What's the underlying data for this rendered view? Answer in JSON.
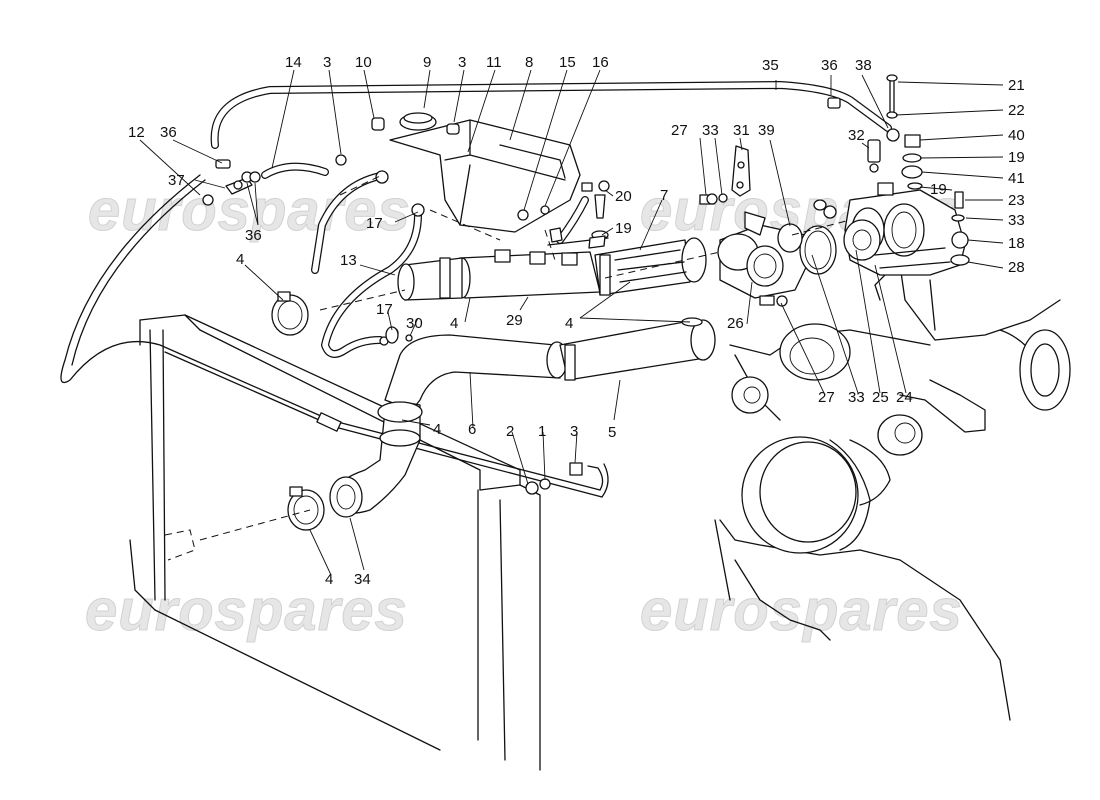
{
  "watermark": {
    "text": "eurospares"
  },
  "callouts": [
    {
      "id": "c14",
      "label": "14"
    },
    {
      "id": "c3a",
      "label": "3"
    },
    {
      "id": "c10",
      "label": "10"
    },
    {
      "id": "c9",
      "label": "9"
    },
    {
      "id": "c3b",
      "label": "3"
    },
    {
      "id": "c11",
      "label": "11"
    },
    {
      "id": "c8",
      "label": "8"
    },
    {
      "id": "c15",
      "label": "15"
    },
    {
      "id": "c16",
      "label": "16"
    },
    {
      "id": "c35",
      "label": "35"
    },
    {
      "id": "c36a",
      "label": "36"
    },
    {
      "id": "c38",
      "label": "38"
    },
    {
      "id": "c21",
      "label": "21"
    },
    {
      "id": "c22",
      "label": "22"
    },
    {
      "id": "c40",
      "label": "40"
    },
    {
      "id": "c32",
      "label": "32"
    },
    {
      "id": "c19a",
      "label": "19"
    },
    {
      "id": "c41",
      "label": "41"
    },
    {
      "id": "c19b",
      "label": "19"
    },
    {
      "id": "c23",
      "label": "23"
    },
    {
      "id": "c33a",
      "label": "33"
    },
    {
      "id": "c18",
      "label": "18"
    },
    {
      "id": "c28",
      "label": "28"
    },
    {
      "id": "c12",
      "label": "12"
    },
    {
      "id": "c36b",
      "label": "36"
    },
    {
      "id": "c37",
      "label": "37"
    },
    {
      "id": "c36c",
      "label": "36"
    },
    {
      "id": "c27a",
      "label": "27"
    },
    {
      "id": "c33b",
      "label": "33"
    },
    {
      "id": "c31",
      "label": "31"
    },
    {
      "id": "c39",
      "label": "39"
    },
    {
      "id": "c20",
      "label": "20"
    },
    {
      "id": "c7",
      "label": "7"
    },
    {
      "id": "c19c",
      "label": "19"
    },
    {
      "id": "c17a",
      "label": "17"
    },
    {
      "id": "c13",
      "label": "13"
    },
    {
      "id": "c4a",
      "label": "4"
    },
    {
      "id": "c4b",
      "label": "4"
    },
    {
      "id": "c29",
      "label": "29"
    },
    {
      "id": "c4c",
      "label": "4"
    },
    {
      "id": "c26",
      "label": "26"
    },
    {
      "id": "c17b",
      "label": "17"
    },
    {
      "id": "c30",
      "label": "30"
    },
    {
      "id": "c27b",
      "label": "27"
    },
    {
      "id": "c33c",
      "label": "33"
    },
    {
      "id": "c25",
      "label": "25"
    },
    {
      "id": "c24",
      "label": "24"
    },
    {
      "id": "c4d",
      "label": "4"
    },
    {
      "id": "c6",
      "label": "6"
    },
    {
      "id": "c2",
      "label": "2"
    },
    {
      "id": "c1",
      "label": "1"
    },
    {
      "id": "c3c",
      "label": "3"
    },
    {
      "id": "c5",
      "label": "5"
    },
    {
      "id": "c4e",
      "label": "4"
    },
    {
      "id": "c34",
      "label": "34"
    }
  ]
}
